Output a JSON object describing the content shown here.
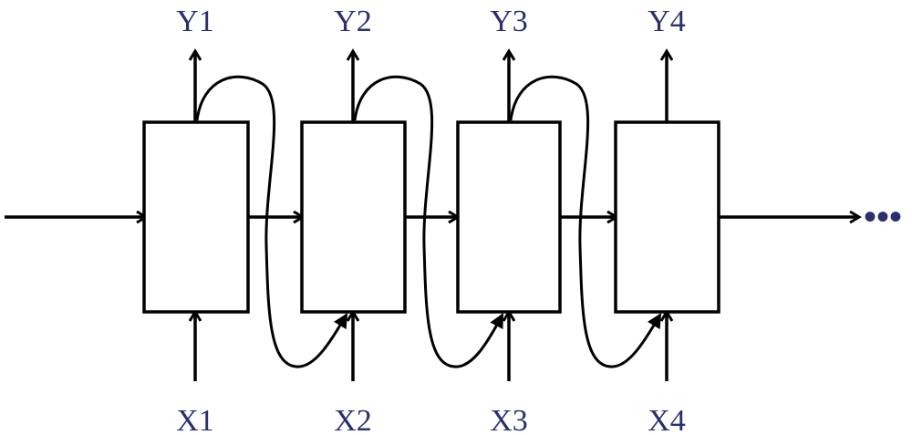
{
  "diagram": {
    "outputs": [
      "Y1",
      "Y2",
      "Y3",
      "Y4"
    ],
    "inputs": [
      "X1",
      "X2",
      "X3",
      "X4"
    ],
    "continuation": "•••",
    "colors": {
      "stroke": "#000000",
      "label": "#2b2f6e",
      "background": "#ffffff"
    }
  }
}
